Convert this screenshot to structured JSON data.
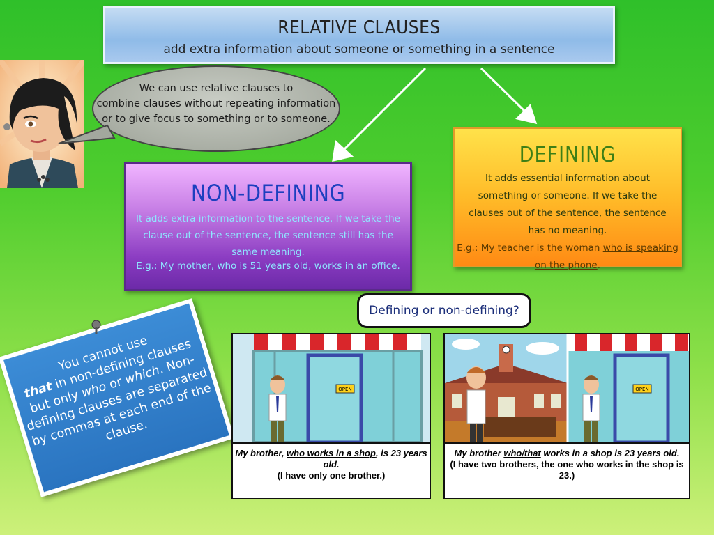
{
  "title": {
    "heading": "RELATIVE CLAUSES",
    "subtitle": "add extra information about someone or something in a sentence"
  },
  "bubble": {
    "line1": "We can use relative clauses to",
    "line2": "combine clauses without repeating information",
    "line3": "or to give focus to something or to someone."
  },
  "non_defining": {
    "heading": "NON-DEFINING",
    "body": "It adds extra information to the sentence. If we take the clause out of the sentence, the sentence still has the same meaning.",
    "example_prefix": "E.g.: My mother, ",
    "example_underlined": "who is 51 years old",
    "example_suffix": ", works in an office."
  },
  "defining": {
    "heading": "DEFINING",
    "body": "It adds essential information about something or someone. If we take the clauses out of the sentence, the sentence has no meaning.",
    "example_prefix": "E.g.: My teacher is the woman ",
    "example_underlined": "who is speaking on the phone",
    "example_suffix": "."
  },
  "question": "Defining or non-defining?",
  "note": {
    "part1": "You cannot use",
    "that": "that",
    "part2": " in non-defining clauses but only ",
    "who": "who",
    "part3": "  or ",
    "which": "which",
    "part4": ". Non-defining clauses are separated by commas at each end of the clause."
  },
  "panel_left": {
    "sign": "OPEN",
    "caption_pre": "My brother, ",
    "caption_underlined": "who works in a shop",
    "caption_post": ", is 23 years old.",
    "caption_note": "(I have only one brother.)"
  },
  "panel_right": {
    "sign": "OPEN",
    "caption_pre": "My brother ",
    "caption_underlined": "who/that",
    "caption_post": " works in a shop is 23 years old.",
    "caption_note": "(I have two brothers, the one who works in the shop is 23.)"
  },
  "colors": {
    "background": "#3cc42c",
    "non_defining_heading": "#1c3fbf",
    "defining_heading": "#3e7f16",
    "note": "#2a74c0"
  }
}
